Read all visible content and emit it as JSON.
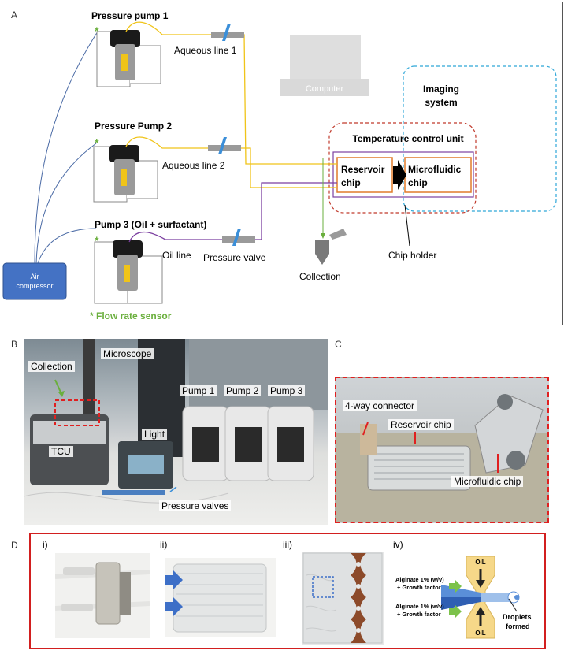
{
  "panels": {
    "a": "A",
    "b": "B",
    "c": "C",
    "d": "D"
  },
  "diagram": {
    "pump1_title": "Pressure pump 1",
    "pump2_title": "Pressure Pump 2",
    "pump3_title": "Pump 3 (Oil + surfactant)",
    "aqueous1": "Aqueous line 1",
    "aqueous2": "Aqueous line 2",
    "oil_line": "Oil line",
    "pressure_valve": "Pressure valve",
    "computer": "Computer",
    "imaging_line1": "Imaging",
    "imaging_line2": "system",
    "tcu": "Temperature control unit",
    "reservoir_line1": "Reservoir",
    "reservoir_line2": "chip",
    "microfluidic_line1": "Microfluidic",
    "microfluidic_line2": "chip",
    "collection": "Collection",
    "chip_holder": "Chip holder",
    "air_line1": "Air",
    "air_line2": "compressor",
    "star": "*",
    "flow_sensor": "* Flow rate sensor"
  },
  "photo_b": {
    "collection": "Collection",
    "microscope": "Microscope",
    "pump1": "Pump 1",
    "pump2": "Pump 2",
    "pump3": "Pump 3",
    "light": "Light",
    "tcu": "TCU",
    "pressure_valves": "Pressure valves"
  },
  "photo_c": {
    "connector": "4-way connector",
    "reservoir": "Reservoir chip",
    "microfluidic": "Microfluidic chip"
  },
  "photo_d": {
    "i": "i)",
    "ii": "ii)",
    "iii": "iii)",
    "iv": "iv)",
    "oil_top": "OIL",
    "oil_bottom": "OIL",
    "alg1_line1": "Alginate 1% (w/v)",
    "alg1_line2": "+ Growth factor",
    "alg2_line1": "Alginate 1% (w/v)",
    "alg2_line2": "+ Growth factor",
    "droplets_line1": "Droplets",
    "droplets_line2": "formed"
  },
  "colors": {
    "aqueous": "#f0c419",
    "oil": "#7b3fa0",
    "air": "#4a6aa5",
    "sensor": "#6aaf3d",
    "valve": "#3b8fd9",
    "tcu_border": "#c0392b",
    "imaging_border": "#2fa7d8",
    "chip_border": "#e07b2a",
    "panel_d_border": "#d21f1f"
  }
}
